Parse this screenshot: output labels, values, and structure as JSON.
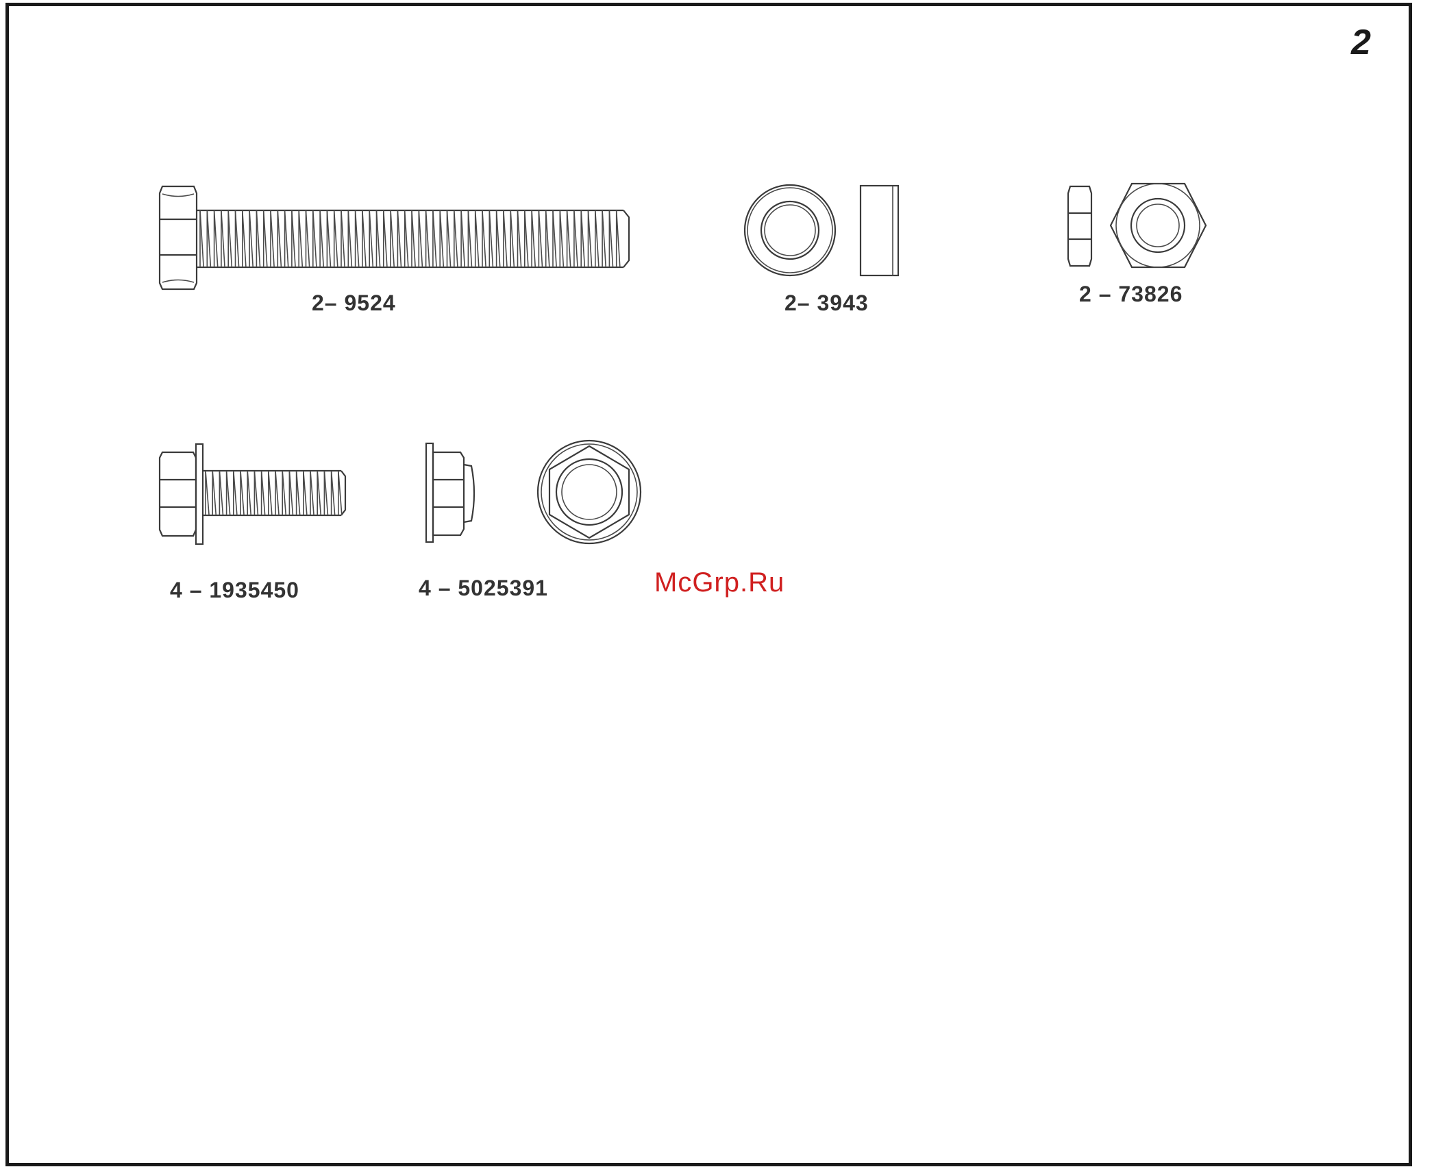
{
  "page": {
    "number": "2"
  },
  "parts": [
    {
      "id": "bolt-long",
      "label": "2– 9524"
    },
    {
      "id": "spacer",
      "label": "2– 3943"
    },
    {
      "id": "hex-nut",
      "label": "2 – 73826"
    },
    {
      "id": "flange-bolt",
      "label": "4 – 1935450"
    },
    {
      "id": "flange-nut",
      "label": "4 – 5025391"
    }
  ],
  "watermark": {
    "text": "McGrp.Ru",
    "color": "#d02020"
  },
  "colors": {
    "frame": "#1a1a1a",
    "lines": "#3a3a3a",
    "text": "#333333"
  }
}
